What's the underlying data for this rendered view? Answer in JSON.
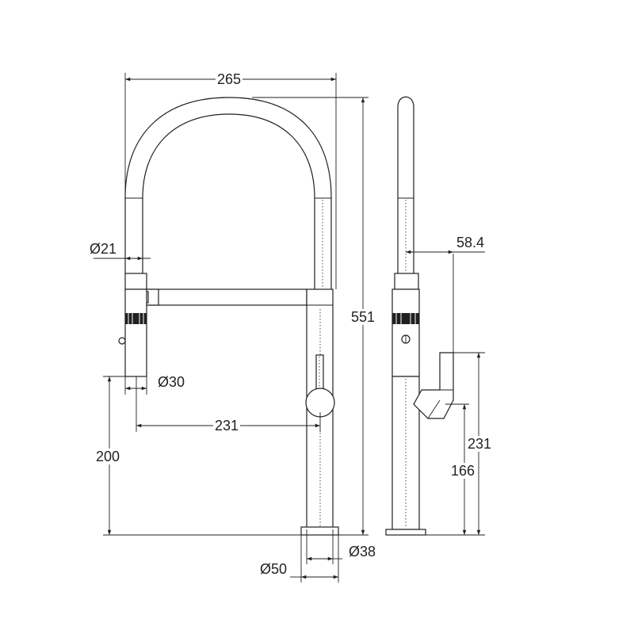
{
  "drawing": {
    "dimensions": {
      "overall_width": "265",
      "overall_height": "551",
      "hose_diameter": "Ø21",
      "handspray_diameter": "Ø30",
      "spout_reach": "231",
      "handspray_height": "200",
      "base_diameter_inner": "Ø38",
      "base_diameter_outer": "Ø50",
      "lever_projection": "58.4",
      "lever_height_top": "231",
      "lever_height_pivot": "166"
    }
  }
}
